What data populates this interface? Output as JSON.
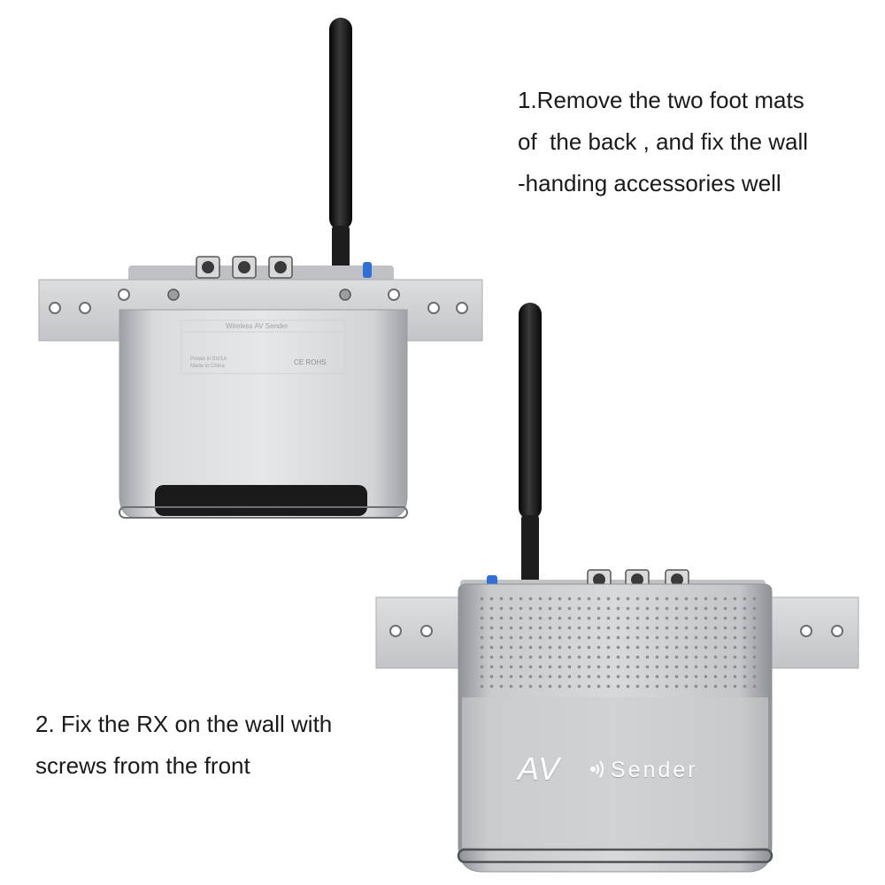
{
  "steps": [
    {
      "lines": [
        "1.Remove the two foot mats",
        "of  the back , and fix the wall",
        "-handing accessories well"
      ]
    },
    {
      "lines": [
        "2. Fix the RX on the wall with",
        "screws from the front"
      ]
    }
  ],
  "back_device": {
    "label_title": "Wireless AV Sender",
    "label_power": "Power in:5V/1A",
    "label_made": "Made in China",
    "label_marks": "CE ROHS"
  },
  "front_device": {
    "logo_av": "AV",
    "logo_sender": "Sender"
  },
  "colors": {
    "aluminum": "#c9cbcd",
    "bracket": "#cfd1d3",
    "antenna": "#1c1c1c",
    "button_blue": "#2f6fd6"
  }
}
